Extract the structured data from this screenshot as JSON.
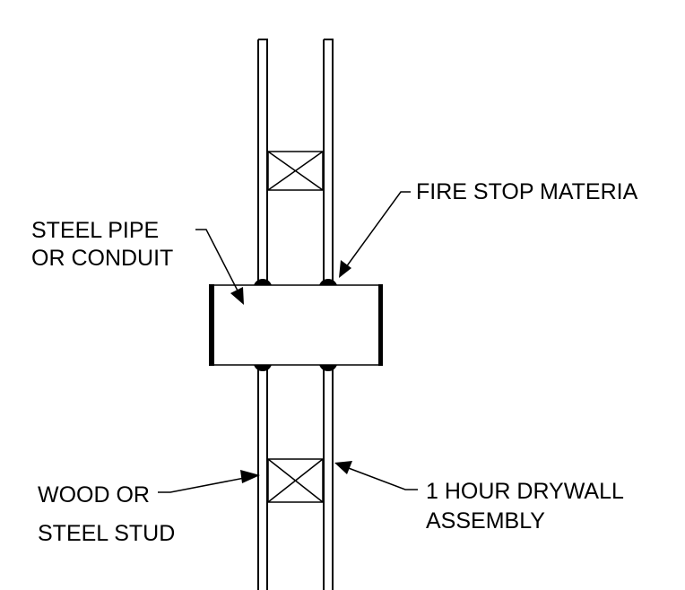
{
  "labels": {
    "fire_stop_material": "FIRE STOP MATERIA",
    "steel_pipe_line1": "STEEL PIPE",
    "steel_pipe_line2": "OR CONDUIT",
    "wood_stud_line1": "WOOD OR",
    "wood_stud_line2": "STEEL STUD",
    "drywall_line1": "1 HOUR DRYWALL",
    "drywall_line2": "ASSEMBLY"
  },
  "colors": {
    "line": "#000000",
    "background": "#ffffff"
  }
}
